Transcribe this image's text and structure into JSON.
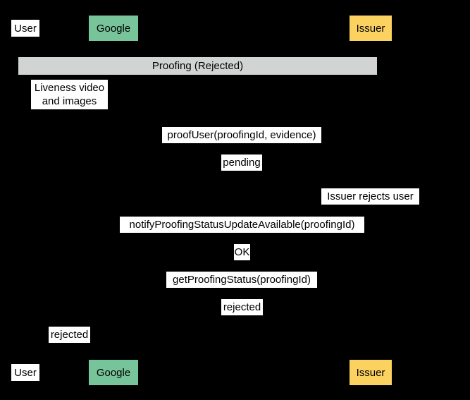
{
  "diagram": {
    "type": "sequence-diagram",
    "title": "Proofing (Rejected)",
    "background_color": "#000000",
    "colors": {
      "participant_google": "#77c49a",
      "participant_issuer": "#fbd15f",
      "participant_user": "#ffffff",
      "fragment_bar": "#d2d4d3",
      "label_chip": "#ffffff",
      "text": "#000000"
    }
  },
  "participants": {
    "top": [
      {
        "name": "User",
        "style": "plain"
      },
      {
        "name": "Google",
        "style": "green"
      },
      {
        "name": "Issuer",
        "style": "yellow"
      }
    ],
    "bottom": [
      {
        "name": "User",
        "style": "plain"
      },
      {
        "name": "Google",
        "style": "green"
      },
      {
        "name": "Issuer",
        "style": "yellow"
      }
    ]
  },
  "fragment": {
    "label": "Proofing (Rejected)"
  },
  "notes": [
    {
      "id": "liveness-note",
      "line1": "Liveness video",
      "line2": "and images"
    },
    {
      "id": "issuer-rejects-note",
      "text": "Issuer rejects user"
    }
  ],
  "messages": [
    {
      "id": "proof-user",
      "text": "proofUser(proofingId, evidence)"
    },
    {
      "id": "pending",
      "text": "pending"
    },
    {
      "id": "notify-proofing-status",
      "text": "notifyProofingStatusUpdateAvailable(proofingId)"
    },
    {
      "id": "ok",
      "text": "OK"
    },
    {
      "id": "get-proofing-status",
      "text": "getProofingStatus(proofingId)"
    },
    {
      "id": "rejected-response",
      "text": "rejected"
    },
    {
      "id": "rejected-to-user",
      "text": "rejected"
    }
  ]
}
